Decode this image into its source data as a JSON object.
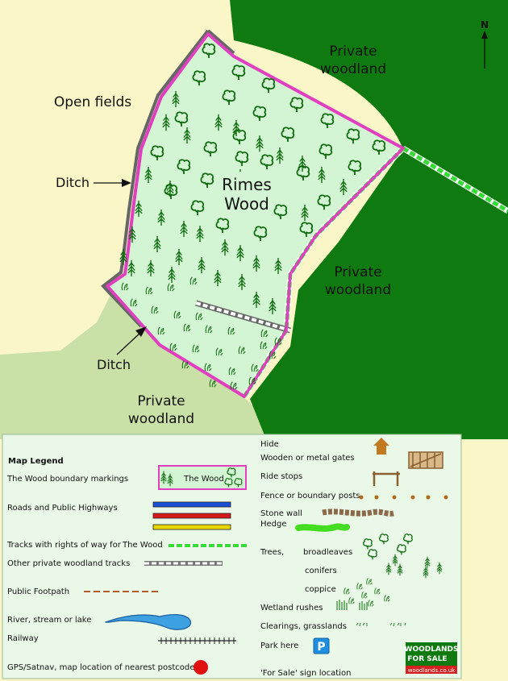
{
  "map": {
    "labels": {
      "open_fields": "Open fields",
      "private_woodland_top": "Private",
      "private_woodland_top_2": "woodland",
      "private_woodland_right": "Private",
      "private_woodland_right_2": "woodland",
      "private_woodland_bottom": "Private",
      "private_woodland_bottom_2": "woodland",
      "rimes_1": "Rimes",
      "rimes_2": "Wood",
      "ditch_upper": "Ditch",
      "ditch_lower": "Ditch",
      "north": "N"
    },
    "colors": {
      "open_fields": "#fbf6c8",
      "private_woodland": "#0f7a0f",
      "grassland": "#c9e0a6",
      "wood_fill": "#d4f5d4",
      "boundary": "#e040c0",
      "ditch": "#666666",
      "tree": "#0b6b0b",
      "track_green": "#33dd33",
      "track_grey": "#aaaaaa"
    }
  },
  "legend": {
    "title": "Map Legend",
    "boundary": "The Wood boundary markings",
    "boundary_sample": "The Wood",
    "roads": "Roads and Public Highways",
    "tracks_rights": "Tracks with rights of way for",
    "tracks_rights_sample": "The Wood",
    "other_tracks": "Other private woodland tracks",
    "footpath": "Public Footpath",
    "river": "River, stream or lake",
    "railway": "Railway",
    "gps": "GPS/Satnav, map location of nearest postcode",
    "hide": "Hide",
    "gates": "Wooden or metal gates",
    "ride_stops": "Ride stops",
    "fence": "Fence or boundary posts",
    "stone_wall": "Stone wall",
    "hedge": "Hedge",
    "trees": "Trees,",
    "broadleaves": "broadleaves",
    "conifers": "conifers",
    "coppice": "coppice",
    "wetland": "Wetland rushes",
    "clearings": "Clearings, grasslands",
    "park": "Park here",
    "park_icon": "P",
    "for_sale": "'For Sale'  sign location",
    "logo_1": "WOODLANDS",
    "logo_2": "FOR SALE",
    "logo_3": "woodlands.co.uk",
    "road_colors": [
      "#1a4fd6",
      "#d61a1a",
      "#e8d800"
    ]
  }
}
